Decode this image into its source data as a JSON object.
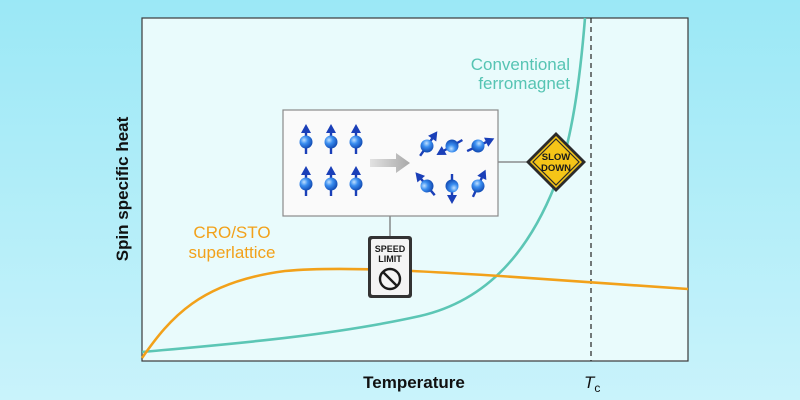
{
  "axes": {
    "x_label": "Temperature",
    "y_label": "Spin specific heat",
    "tc_symbol": "T",
    "tc_subscript": "c"
  },
  "curves": {
    "conventional": {
      "label_line1": "Conventional",
      "label_line2": "ferromagnet",
      "color": "#5cc6b5"
    },
    "cro_sto": {
      "label_line1": "CRO/STO",
      "label_line2": "superlattice",
      "color": "#f2a11a"
    }
  },
  "signs": {
    "slow_down": {
      "line1": "SLOW",
      "line2": "DOWN",
      "color": "#f5c518"
    },
    "speed_limit": {
      "line1": "SPEED",
      "line2": "LIMIT"
    }
  },
  "inset": {
    "ordered_spins": "aligned",
    "disordered_spins": "random",
    "spin_color": "#2a7be0",
    "arrow_color": "#1a3fb8"
  },
  "colors": {
    "background": "#a8ecf8",
    "plot_area": "#e9fbfc"
  }
}
